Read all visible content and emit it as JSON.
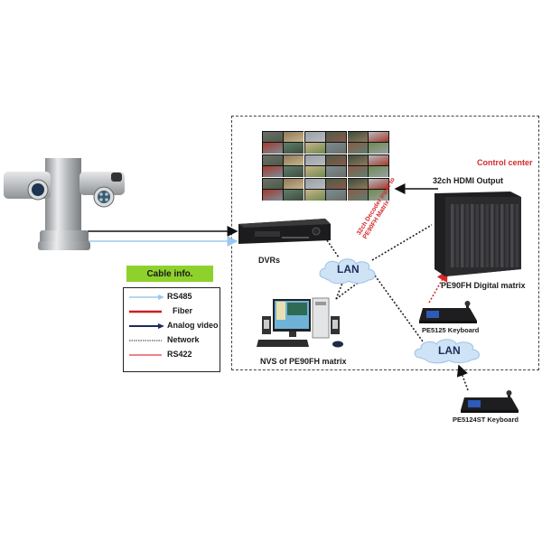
{
  "diagram": {
    "title": "PE90FH Digital Matrix Surveillance System",
    "control_center_label": "Control center",
    "nodes": {
      "camera": {
        "icon": "ptz-camera-icon"
      },
      "video_wall": {
        "icon": "video-wall-icon",
        "monitors": 9
      },
      "dvr": {
        "label": "DVRs",
        "icon": "dvr-icon"
      },
      "lan_main": {
        "label": "LAN",
        "icon": "cloud-icon"
      },
      "lan_secondary": {
        "label": "LAN",
        "icon": "cloud-icon"
      },
      "matrix": {
        "label": "PE90FH Digital matrix",
        "icon": "matrix-chassis-icon"
      },
      "nvs": {
        "label": "NVS of PE90FH matrix",
        "icon": "desktop-pc-icon"
      },
      "keyboard_1": {
        "label": "PE5125 Keyboard",
        "icon": "ptz-keyboard-icon"
      },
      "keyboard_2": {
        "label": "PE5124ST Keyboard",
        "icon": "ptz-keyboard-icon"
      }
    },
    "edge_labels": {
      "hdmi_output": "32ch HDMI Output",
      "decoder_input": "32ch Decoder input to PE90FH Matrix"
    },
    "colors": {
      "rs485": "#9cc8ee",
      "fiber": "#cc1f1f",
      "analog_video": "#1c2a5c",
      "network": "#222222",
      "rs422": "#e03a3a",
      "legend_header": "#8fd12c",
      "control_center_text": "#d42a2a"
    }
  },
  "legend": {
    "title": "Cable info.",
    "items": [
      {
        "label": "RS485",
        "style": "rs485"
      },
      {
        "label": "Fiber",
        "style": "fiber"
      },
      {
        "label": "Analog video",
        "style": "analog_video"
      },
      {
        "label": "Network",
        "style": "network"
      },
      {
        "label": "RS422",
        "style": "rs422"
      }
    ]
  }
}
